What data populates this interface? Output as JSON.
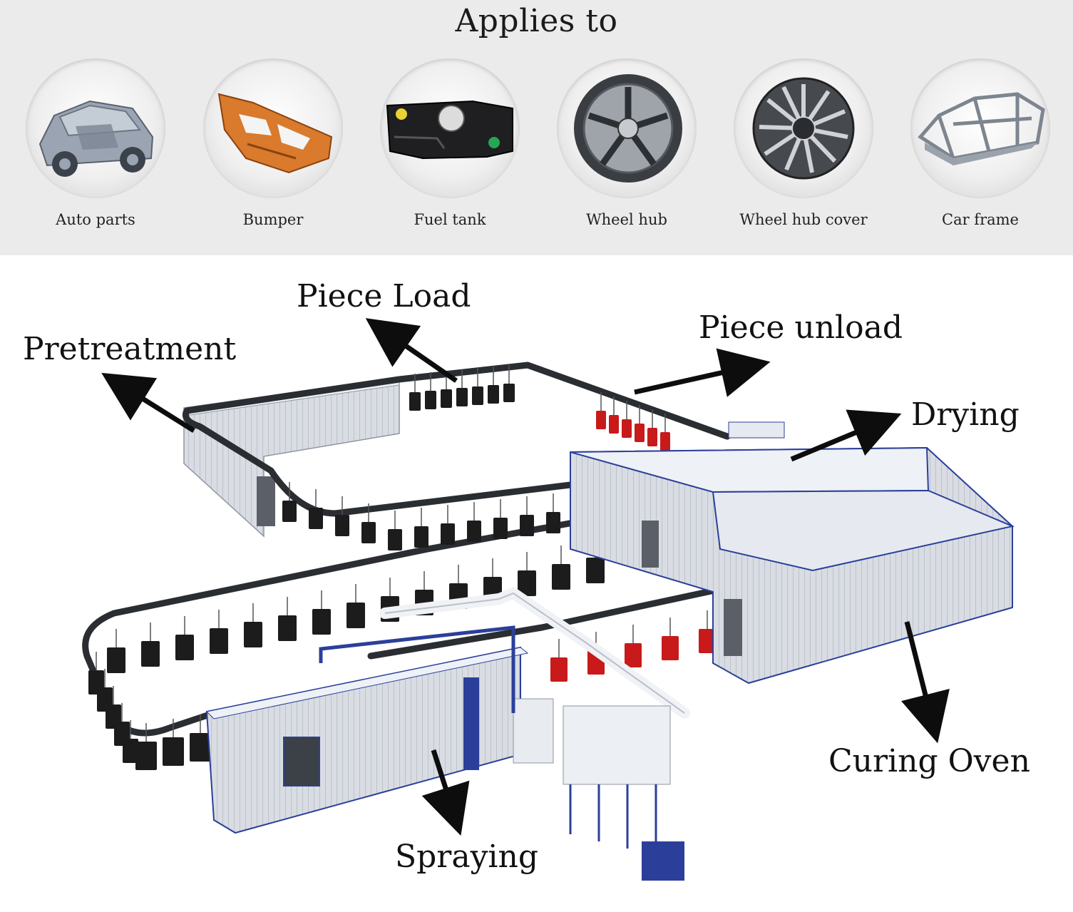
{
  "header": {
    "title": "Applies to"
  },
  "applications": [
    {
      "label": "Auto parts",
      "icon": "auto-parts-icon"
    },
    {
      "label": "Bumper",
      "icon": "bumper-icon"
    },
    {
      "label": "Fuel tank",
      "icon": "fuel-tank-icon"
    },
    {
      "label": "Wheel hub",
      "icon": "wheel-hub-icon"
    },
    {
      "label": "Wheel hub cover",
      "icon": "wheel-hub-cover-icon"
    },
    {
      "label": "Car frame",
      "icon": "car-frame-icon"
    }
  ],
  "process_labels": {
    "piece_load": "Piece Load",
    "pretreatment": "Pretreatment",
    "piece_unload": "Piece unload",
    "drying": "Drying",
    "curing_oven": "Curing Oven",
    "spraying": "Spraying"
  },
  "colors": {
    "band": "#ebebeb",
    "booth_wall": "#d9dde3",
    "booth_roof": "#eef1f5",
    "trim_blue": "#2b3f9a",
    "part_dark": "#1c1c1c",
    "part_red": "#c81a1a",
    "arrow": "#0d0d0d"
  }
}
